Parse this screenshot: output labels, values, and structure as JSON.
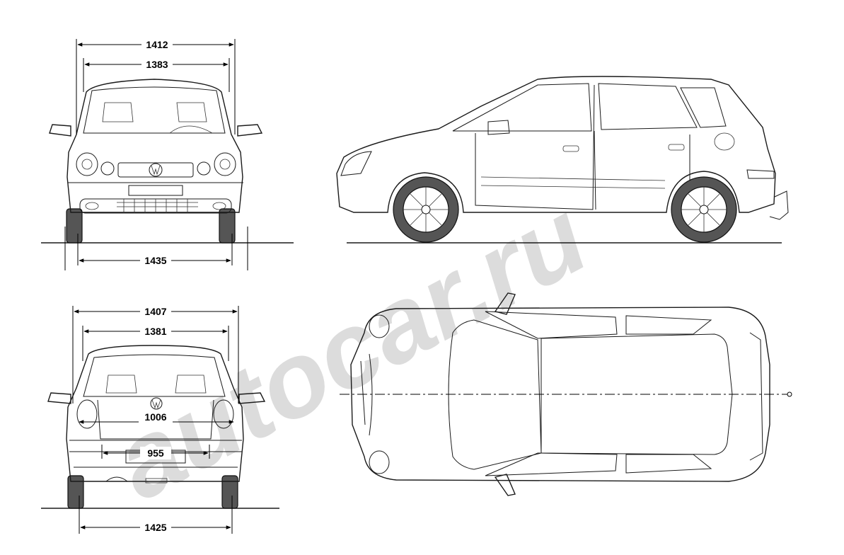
{
  "watermark": {
    "text": "autocar.ru",
    "color": "#dcdcdc"
  },
  "dimensions": {
    "front_overall_width": "1412",
    "front_body_width": "1383",
    "front_track": "1435",
    "rear_overall_width": "1407",
    "rear_body_width": "1381",
    "rear_hatch_width": "1006",
    "rear_bumper_width": "955",
    "rear_track": "1425"
  },
  "colors": {
    "line": "#1a1a1a",
    "tire": "#555555",
    "background": "#ffffff"
  }
}
